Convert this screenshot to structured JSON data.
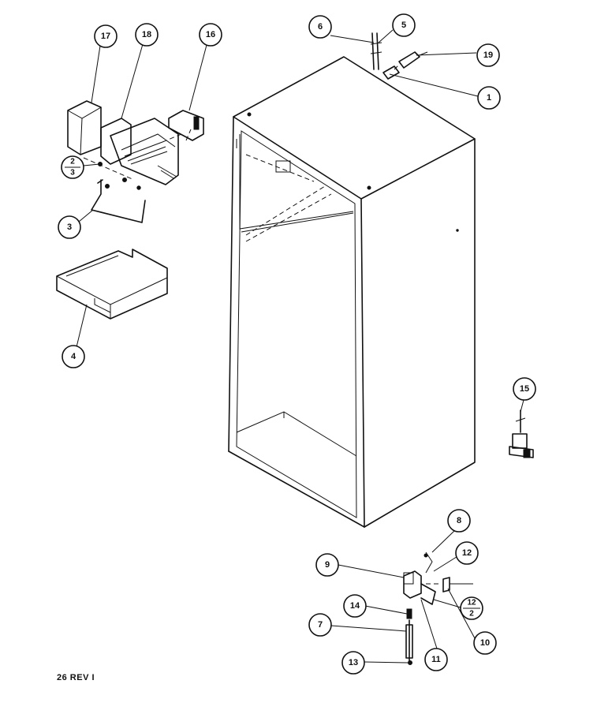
{
  "figure": {
    "footer_code": "26 REV I"
  },
  "callouts": {
    "c1": "1",
    "c3": "3",
    "c4": "4",
    "c5": "5",
    "c6": "6",
    "c7": "7",
    "c8": "8",
    "c9": "9",
    "c10": "10",
    "c11": "11",
    "c12": "12",
    "c13": "13",
    "c14": "14",
    "c15": "15",
    "c16": "16",
    "c17": "17",
    "c18": "18",
    "c19": "19",
    "frac_2_3": {
      "top": "2",
      "bottom": "3"
    },
    "frac_12_2": {
      "top": "12",
      "bottom": "2"
    }
  }
}
